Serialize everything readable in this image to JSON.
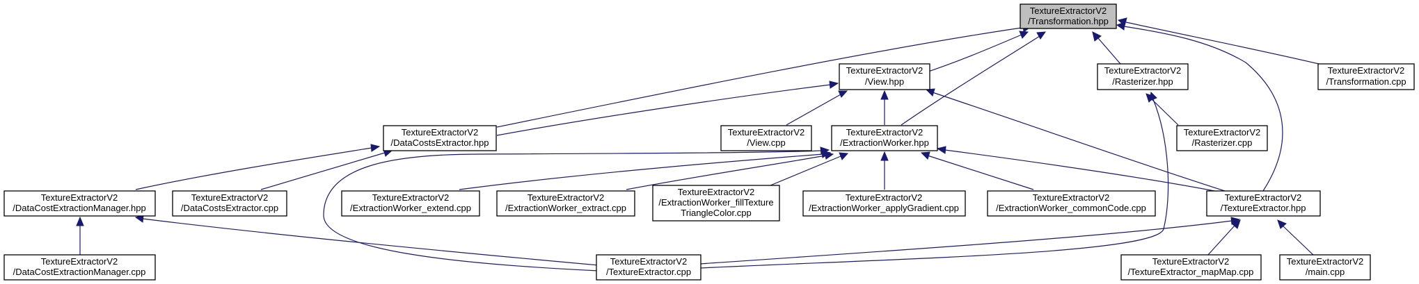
{
  "nodes": {
    "transformation_hpp": [
      "TextureExtractorV2",
      "/Transformation.hpp"
    ],
    "view_hpp": [
      "TextureExtractorV2",
      "/View.hpp"
    ],
    "rasterizer_hpp": [
      "TextureExtractorV2",
      "/Rasterizer.hpp"
    ],
    "transformation_cpp": [
      "TextureExtractorV2",
      "/Transformation.cpp"
    ],
    "datacosts_hpp": [
      "TextureExtractorV2",
      "/DataCostsExtractor.hpp"
    ],
    "view_cpp": [
      "TextureExtractorV2",
      "/View.cpp"
    ],
    "extractionworker_hpp": [
      "TextureExtractorV2",
      "/ExtractionWorker.hpp"
    ],
    "rasterizer_cpp": [
      "TextureExtractorV2",
      "/Rasterizer.cpp"
    ],
    "dcem_hpp": [
      "TextureExtractorV2",
      "/DataCostExtractionManager.hpp"
    ],
    "datacosts_cpp": [
      "TextureExtractorV2",
      "/DataCostsExtractor.cpp"
    ],
    "ew_extend_cpp": [
      "TextureExtractorV2",
      "/ExtractionWorker_extend.cpp"
    ],
    "ew_extract_cpp": [
      "TextureExtractorV2",
      "/ExtractionWorker_extract.cpp"
    ],
    "ew_fill_cpp": [
      "TextureExtractorV2",
      "/ExtractionWorker_fillTexture",
      "TriangleColor.cpp"
    ],
    "ew_gradient_cpp": [
      "TextureExtractorV2",
      "/ExtractionWorker_applyGradient.cpp"
    ],
    "ew_common_cpp": [
      "TextureExtractorV2",
      "/ExtractionWorker_commonCode.cpp"
    ],
    "textureextractor_hpp": [
      "TextureExtractorV2",
      "/TextureExtractor.hpp"
    ],
    "dcem_cpp": [
      "TextureExtractorV2",
      "/DataCostExtractionManager.cpp"
    ],
    "textureextractor_cpp": [
      "TextureExtractorV2",
      "/TextureExtractor.cpp"
    ],
    "te_mapmap_cpp": [
      "TextureExtractorV2",
      "/TextureExtractor_mapMap.cpp"
    ],
    "main_cpp": [
      "TextureExtractorV2",
      "/main.cpp"
    ]
  },
  "colors": {
    "edge": "#191970",
    "root_fill": "#bfbfbf",
    "node_fill": "#ffffff",
    "border": "#000000"
  }
}
